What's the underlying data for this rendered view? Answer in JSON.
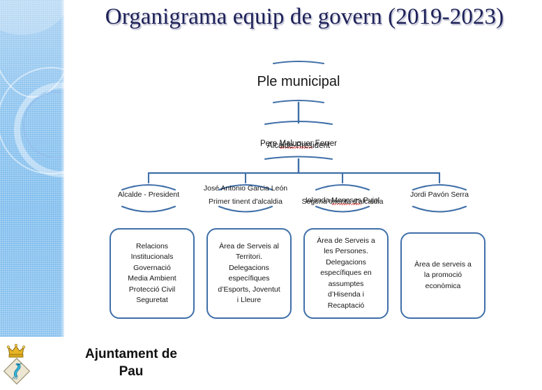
{
  "slide": {
    "title": "Organigrama equip de govern (2019-2023)",
    "accent_blue": "#3f6fa8",
    "title_color": "#1e2158",
    "sidebar_color": "#8ec4ef"
  },
  "chart_data": {
    "type": "diagram",
    "title": "Organigrama equip de govern (2019-2023)",
    "levels": [
      {
        "level": 1,
        "shape": "arc-capsule",
        "nodes": [
          {
            "lines": [
              "Ple municipal"
            ]
          }
        ]
      },
      {
        "level": 2,
        "shape": "arc-capsule",
        "nodes": [
          {
            "lines": [
              "Pere Maluquer Ferrer",
              "Alcalde-President"
            ],
            "misspelled": "Maluquer"
          }
        ]
      },
      {
        "level": 3,
        "shape": "arc-capsule",
        "nodes": [
          {
            "lines": [
              "Alcalde - President"
            ]
          },
          {
            "lines": [
              "José Antonio Garcia León",
              "Primer tinent d'alcaldia"
            ]
          },
          {
            "lines": [
              "Iolanda Meneses Pujol",
              "Segona tinenta d'alcaldia"
            ],
            "misspelled": "Meneses"
          },
          {
            "lines": [
              "Jordi Pavón Serra"
            ]
          }
        ]
      },
      {
        "level": 4,
        "shape": "rounded-rect",
        "nodes": [
          {
            "lines": [
              "Relacions",
              "Institucionals",
              "Governació",
              "Media Ambient",
              "Protecció Civil",
              "Seguretat"
            ]
          },
          {
            "lines": [
              "Àrea de Serveis al",
              "Territori.",
              "Delegacions",
              "específiques",
              "d’Esports, Joventut",
              "i Lleure"
            ]
          },
          {
            "lines": [
              "Àrea de Serveis a",
              "les Persones.",
              "Delegacions",
              "específiques en",
              "assumptes",
              "d’Hisenda i",
              "Recaptació"
            ]
          },
          {
            "lines": [
              "Àrea de serveis a",
              "la promoció",
              "econòmica"
            ]
          }
        ]
      }
    ]
  },
  "nodes": {
    "ple_municipal": "Ple municipal",
    "alcalde_name": "Pere Maluquer Ferrer",
    "alcalde_role": "Alcalde-President",
    "r3_c1": "Alcalde - President",
    "r3_c2_name": "José Antonio Garcia León",
    "r3_c2_role": "Primer tinent d'alcaldia",
    "r3_c3_name": "Iolanda Meneses Pujol",
    "r3_c3_role": "Segona tinenta d'alcaldia",
    "r3_c4_name": "Jordi Pavón Serra",
    "box1": "Relacions\nInstitucionals\nGovernació\nMedia Ambient\nProtecció Civil\nSeguretat",
    "box2": "Àrea de Serveis al\nTerritori.\nDelegacions\nespecífiques\nd’Esports, Joventut\ni Lleure",
    "box3": "Àrea de Serveis a\nles Persones.\nDelegacions\nespecífiques en\nassumptes\nd’Hisenda i\nRecaptació",
    "box4": "Àrea de serveis a\nla promoció\neconòmica"
  },
  "name_parts": {
    "alcalde_pre": "Pere ",
    "alcalde_mid": "Maluquer",
    "alcalde_post": " Ferrer",
    "iolanda_pre": "Iolanda ",
    "iolanda_mid": "Meneses",
    "iolanda_post": " Pujol"
  },
  "footer": {
    "text": "Ajuntament de\nPau",
    "crest_name": "coat-of-arms-pau"
  }
}
